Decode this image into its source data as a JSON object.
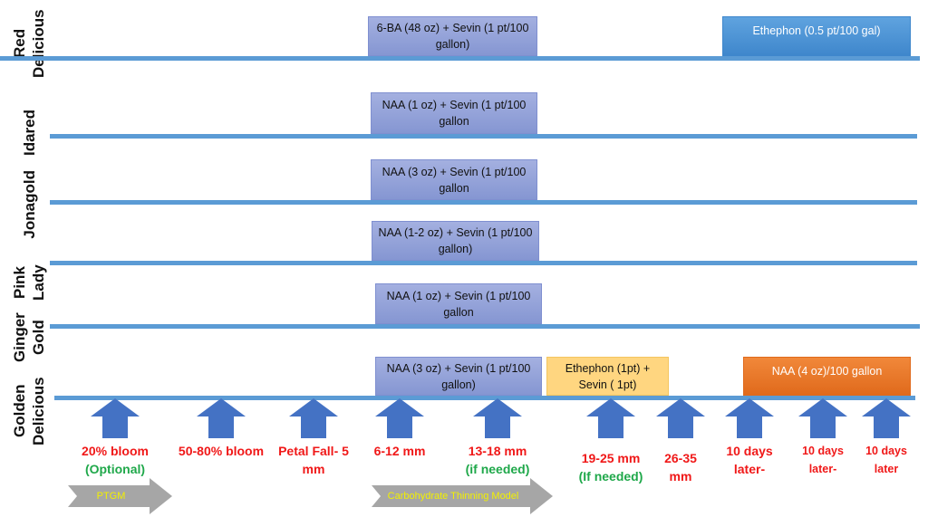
{
  "rows": [
    {
      "label": "Red Delicious",
      "treatments": [
        "6-BA (48 oz) + Sevin (1 pt/100 gallon)",
        "Ethephon (0.5 pt/100 gal)"
      ]
    },
    {
      "label": "Idared",
      "treatments": [
        "NAA (1 oz) + Sevin (1 pt/100 gallon"
      ]
    },
    {
      "label": "Jonagold",
      "treatments": [
        "NAA (3 oz) + Sevin (1 pt/100 gallon"
      ]
    },
    {
      "label": "Pink Lady",
      "treatments": [
        "NAA (1-2 oz) + Sevin (1 pt/100 gallon)"
      ]
    },
    {
      "label": "Ginger Gold",
      "treatments": [
        "NAA (1 oz) + Sevin (1 pt/100 gallon"
      ]
    },
    {
      "label": "Golden Delicious",
      "treatments": [
        "NAA (3 oz) + Sevin (1 pt/100 gallon)",
        "Ethephon (1pt) + Sevin ( 1pt)",
        "NAA (4 oz)/100 gallon"
      ]
    }
  ],
  "stages": [
    {
      "main": "20% bloom",
      "note": "(Optional)"
    },
    {
      "main": "50-80% bloom",
      "note": ""
    },
    {
      "main": "Petal Fall- 5 mm",
      "note": ""
    },
    {
      "main": "6-12 mm",
      "note": ""
    },
    {
      "main": "13-18 mm",
      "note": "(if needed)"
    },
    {
      "main": "19-25 mm",
      "note": "(If needed)"
    },
    {
      "main": "26-35 mm",
      "note": ""
    },
    {
      "main": "10 days later-",
      "note": ""
    },
    {
      "main": "10 days later-",
      "note": ""
    },
    {
      "main": "10 days later",
      "note": ""
    }
  ],
  "models": [
    "PTGM",
    "Carbohydrate Thinning Model"
  ],
  "colors": {
    "line": "#5b9bd5",
    "arrow": "#4472c4",
    "stage": "#f01818",
    "note": "#1fa84a",
    "model_text": "#f2f000",
    "model_arrow": "#a6a6a6"
  }
}
